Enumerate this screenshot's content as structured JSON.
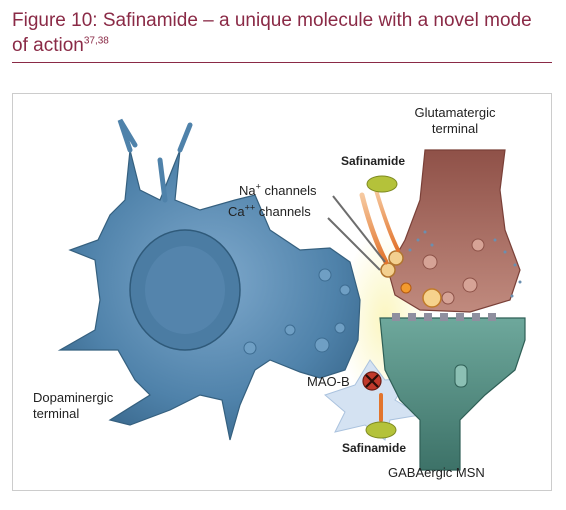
{
  "title": {
    "text": "Figure 10: Safinamide – a unique molecule with a novel mode of action",
    "superscript": "37,38"
  },
  "labels": {
    "glutamatergic": "Glutamatergic\nterminal",
    "safinamide_top": "Safinamide",
    "na_channels_base": "Na",
    "na_channels_sup": "+",
    "na_channels_rest": " channels",
    "ca_channels_base": "Ca",
    "ca_channels_sup": "++",
    "ca_channels_rest": " channels",
    "maob": "MAO-B",
    "dopaminergic": "Dopaminergic\nterminal",
    "safinamide_bottom": "Safinamide",
    "gabaergic": "GABAergic MSN"
  },
  "colors": {
    "title": "#8a2a46",
    "dopaminergic": "#5b8db3",
    "glutamatergic": "#a86a5e",
    "gabaergic": "#4e8a80",
    "safinamide": "#b4c23a",
    "synapse_glow": "#f4ef9c"
  }
}
